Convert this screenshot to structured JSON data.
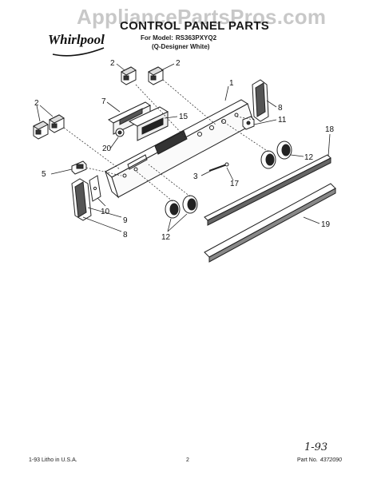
{
  "watermark": "AppliancePartsPros.com",
  "header": {
    "logo_text": "Whirlpool",
    "title": "CONTROL PANEL PARTS",
    "model_label": "For Model:",
    "model_number": "RS363PXYQ2",
    "color_note": "(Q-Designer White)"
  },
  "callouts": [
    {
      "id": "c2a",
      "text": "2"
    },
    {
      "id": "c2b",
      "text": "2"
    },
    {
      "id": "c1",
      "text": "1"
    },
    {
      "id": "c2c",
      "text": "2"
    },
    {
      "id": "c7",
      "text": "7"
    },
    {
      "id": "c15",
      "text": "15"
    },
    {
      "id": "c8a",
      "text": "8"
    },
    {
      "id": "c11",
      "text": "11"
    },
    {
      "id": "c20",
      "text": "20"
    },
    {
      "id": "c18",
      "text": "18"
    },
    {
      "id": "c12a",
      "text": "12"
    },
    {
      "id": "c5",
      "text": "5"
    },
    {
      "id": "c3",
      "text": "3"
    },
    {
      "id": "c17",
      "text": "17"
    },
    {
      "id": "c10",
      "text": "10"
    },
    {
      "id": "c9",
      "text": "9"
    },
    {
      "id": "c8b",
      "text": "8"
    },
    {
      "id": "c12b",
      "text": "12"
    },
    {
      "id": "c19",
      "text": "19"
    }
  ],
  "footer": {
    "left": "1-93 Litho in U.S.A.",
    "page": "2",
    "part_label": "Part No.",
    "part_number": "4372090",
    "handwritten": "1-93"
  }
}
